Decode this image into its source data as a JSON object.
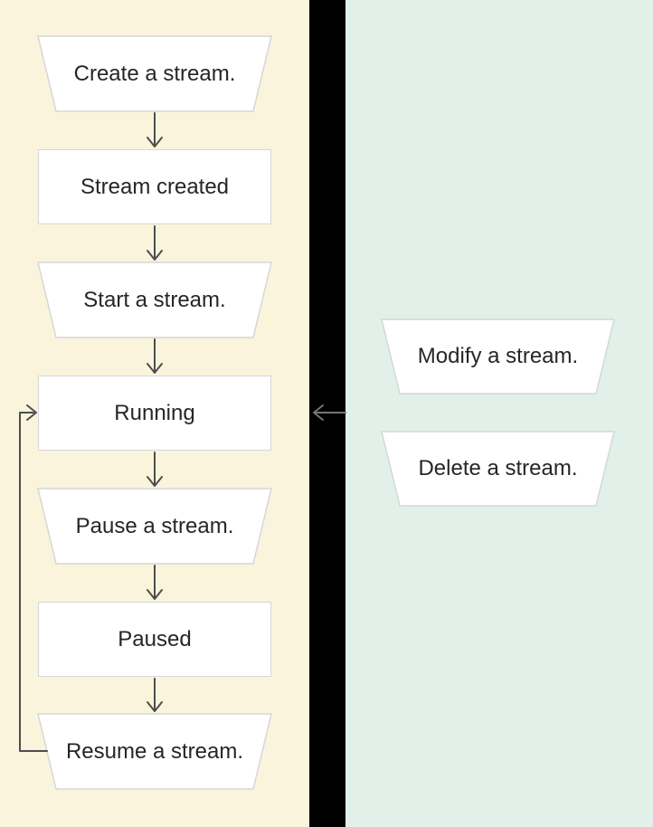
{
  "colors": {
    "left_panel_bg": "#FBF4DD",
    "right_panel_bg": "#E1F1E9",
    "divider_bg": "#000000",
    "node_fill": "#FFFFFF",
    "node_border": "#D6D6D6",
    "node_text": "#262626",
    "arrow": "#4D4D4D",
    "divider_arrow": "#757575"
  },
  "diagram": {
    "left_panel": {
      "nodes": [
        {
          "id": "create",
          "label": "Create a stream.",
          "shape": "trapezoid",
          "kind": "action"
        },
        {
          "id": "created",
          "label": "Stream created",
          "shape": "rectangle",
          "kind": "state"
        },
        {
          "id": "start",
          "label": "Start a stream.",
          "shape": "trapezoid",
          "kind": "action"
        },
        {
          "id": "running",
          "label": "Running",
          "shape": "rectangle",
          "kind": "state"
        },
        {
          "id": "pause",
          "label": "Pause a stream.",
          "shape": "trapezoid",
          "kind": "action"
        },
        {
          "id": "paused",
          "label": "Paused",
          "shape": "rectangle",
          "kind": "state"
        },
        {
          "id": "resume",
          "label": "Resume a stream.",
          "shape": "trapezoid",
          "kind": "action"
        }
      ]
    },
    "right_panel": {
      "nodes": [
        {
          "id": "modify",
          "label": "Modify a stream.",
          "shape": "trapezoid",
          "kind": "action"
        },
        {
          "id": "delete",
          "label": "Delete a stream.",
          "shape": "trapezoid",
          "kind": "action"
        }
      ]
    },
    "edges": [
      {
        "from": "create",
        "to": "created",
        "direction": "down"
      },
      {
        "from": "created",
        "to": "start",
        "direction": "down"
      },
      {
        "from": "start",
        "to": "running",
        "direction": "down"
      },
      {
        "from": "running",
        "to": "pause",
        "direction": "down"
      },
      {
        "from": "pause",
        "to": "paused",
        "direction": "down"
      },
      {
        "from": "paused",
        "to": "resume",
        "direction": "down"
      },
      {
        "from": "resume",
        "to": "running",
        "direction": "loop-left"
      },
      {
        "from": "right_panel",
        "to": "running",
        "direction": "left"
      }
    ]
  }
}
